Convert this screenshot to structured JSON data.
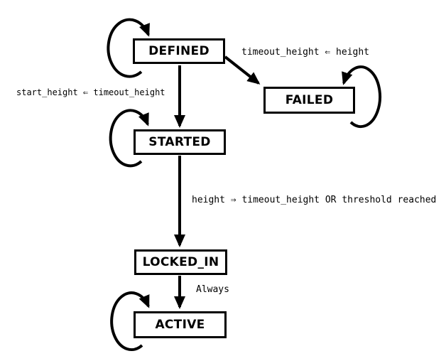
{
  "states": {
    "defined": {
      "label": "DEFINED"
    },
    "failed": {
      "label": "FAILED"
    },
    "started": {
      "label": "STARTED"
    },
    "locked_in": {
      "label": "LOCKED_IN"
    },
    "active": {
      "label": "ACTIVE"
    }
  },
  "edge_labels": {
    "defined_to_failed": "timeout_height ⇐ height",
    "defined_to_started": "start_height ⇐ timeout_height",
    "started_to_locked_in": "height ⇒ timeout_height OR threshold reached",
    "locked_in_to_active": "Always"
  },
  "colors": {
    "stroke": "#000000",
    "background": "#ffffff",
    "node_fill": "#ffffff"
  },
  "diagram": {
    "type": "state-machine",
    "transitions": [
      {
        "from": "DEFINED",
        "to": "DEFINED",
        "label": ""
      },
      {
        "from": "DEFINED",
        "to": "FAILED",
        "label": "timeout_height ⇐ height"
      },
      {
        "from": "DEFINED",
        "to": "STARTED",
        "label": "start_height ⇐ timeout_height"
      },
      {
        "from": "STARTED",
        "to": "STARTED",
        "label": ""
      },
      {
        "from": "STARTED",
        "to": "LOCKED_IN",
        "label": "height ⇒ timeout_height OR threshold reached"
      },
      {
        "from": "LOCKED_IN",
        "to": "ACTIVE",
        "label": "Always"
      },
      {
        "from": "ACTIVE",
        "to": "ACTIVE",
        "label": ""
      },
      {
        "from": "FAILED",
        "to": "FAILED",
        "label": ""
      }
    ]
  }
}
